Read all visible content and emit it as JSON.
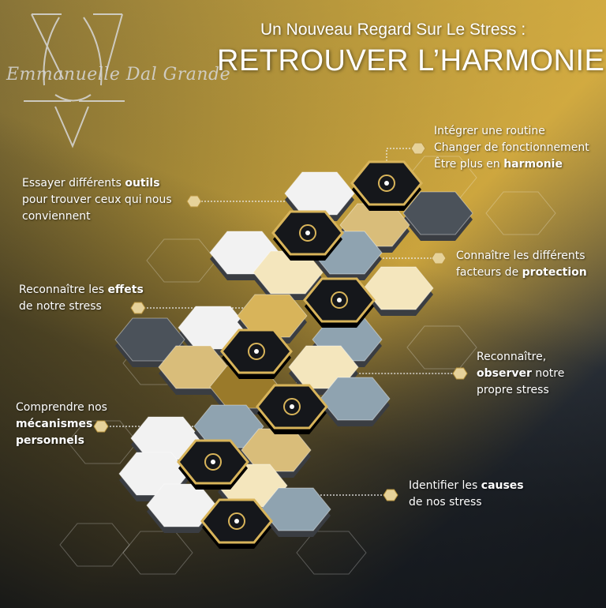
{
  "header": {
    "subtitle": "Un Nouveau Regard Sur Le Stress :",
    "title": "RETROUVER L’HARMONIE"
  },
  "logo": {
    "text": "Emmanuelle Dal Grande"
  },
  "callouts": [
    {
      "id": "harmonie",
      "lines": [
        "Intégrer une routine",
        "Changer de fonctionnement"
      ],
      "pre": "Être plus en ",
      "bold": "harmonie",
      "post": "",
      "icon": "sun-eye-icon"
    },
    {
      "id": "outils",
      "pre": "Essayer différents ",
      "bold": "outils",
      "post": "",
      "lines2": [
        "pour trouver ceux qui nous",
        "conviennent"
      ],
      "icon": "network-icon"
    },
    {
      "id": "protection",
      "line1": "Connaître les différents",
      "pre": "facteurs de ",
      "bold": "protection",
      "post": "",
      "icon": "umbrella-icon"
    },
    {
      "id": "effets",
      "pre": "Reconnaître les ",
      "bold": "effets",
      "post": "",
      "line2": "de notre stress",
      "icon": "storm-cloud-icon"
    },
    {
      "id": "observer",
      "line1": "Reconnaître,",
      "bold": "observer",
      "post": " notre",
      "line3": "propre stress",
      "icon": "pencil-icon"
    },
    {
      "id": "mecanismes",
      "line1": "Comprendre nos",
      "bold1": "mécanismes",
      "bold2": "personnels",
      "icon": "lightbulb-icon"
    },
    {
      "id": "causes",
      "pre": "Identifier les ",
      "bold": "causes",
      "line2": "de nos stress",
      "icon": "magnifier-icon"
    }
  ],
  "colors": {
    "gold": "#d8b45a",
    "dark": "#15171b",
    "slate": "#4b525a",
    "blue": "#8fa3b0",
    "cream": "#f4e6bd",
    "white": "#f2f2f2",
    "tan": "#d9bd7a"
  }
}
